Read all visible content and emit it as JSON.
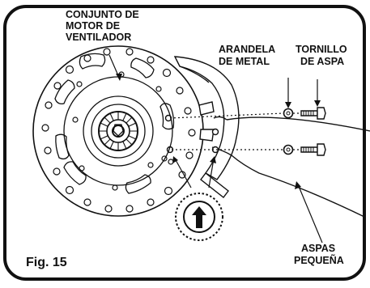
{
  "labels": {
    "motor_line1": "CONJUNTO DE",
    "motor_line2": "MOTOR DE",
    "motor_line3": "VENTILADOR",
    "washer_line1": "ARANDELA",
    "washer_line2": "DE METAL",
    "screw_line1": "TORNILLO",
    "screw_line2": "DE ASPA",
    "blade_line1": "ASPAS",
    "blade_line2": "PEQUEÑA",
    "figure": "Fig. 15"
  },
  "icons": {
    "hub": "fan-motor-hub-icon",
    "blade": "fan-blade-icon",
    "washer": "metal-washer-icon",
    "screw": "blade-screw-icon",
    "arrow": "up-arrow-circle-icon"
  },
  "colors": {
    "line": "#111111",
    "background": "#ffffff"
  }
}
